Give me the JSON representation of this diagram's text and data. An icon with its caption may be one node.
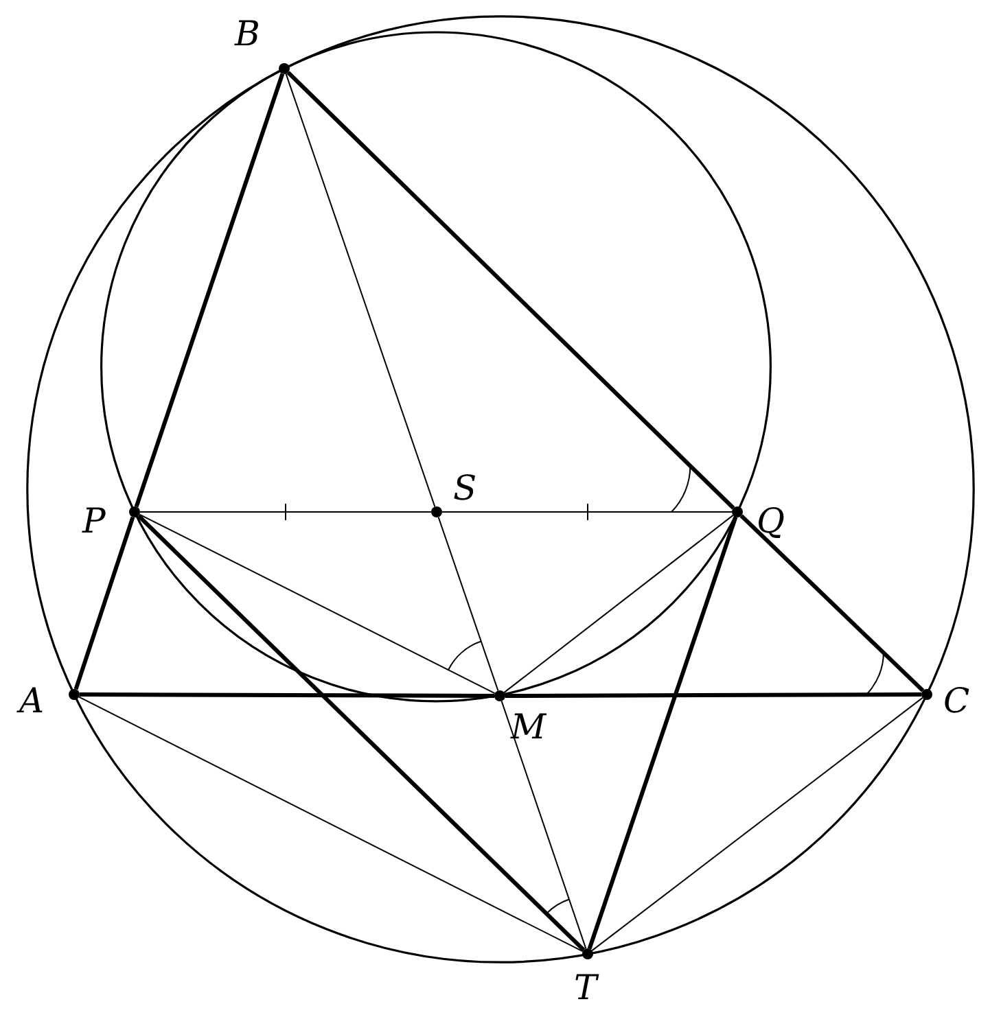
{
  "diagram": {
    "nodes": [
      {
        "text": [
          "B"
        ]
      },
      {
        "text": [
          "P"
        ]
      },
      {
        "text": [
          "S"
        ]
      },
      {
        "text": [
          "Q"
        ]
      },
      {
        "text": [
          "A"
        ]
      },
      {
        "text": [
          "M"
        ]
      },
      {
        "text": [
          "C"
        ]
      },
      {
        "text": [
          "T"
        ]
      }
    ],
    "edges": [
      {
        "from": 0,
        "to": 1,
        "arrow": "none",
        "style": "thick"
      },
      {
        "from": 1,
        "to": 4,
        "arrow": "none",
        "style": "thick"
      },
      {
        "from": 0,
        "to": 3,
        "arrow": "none",
        "style": "thick"
      },
      {
        "from": 3,
        "to": 6,
        "arrow": "none",
        "style": "thick"
      },
      {
        "from": 4,
        "to": 5,
        "arrow": "none",
        "style": "thick"
      },
      {
        "from": 5,
        "to": 6,
        "arrow": "none",
        "style": "thick"
      },
      {
        "from": 1,
        "to": 7,
        "arrow": "none",
        "style": "thick"
      },
      {
        "from": 3,
        "to": 7,
        "arrow": "none",
        "style": "thick"
      },
      {
        "from": 0,
        "to": 2,
        "arrow": "none"
      },
      {
        "from": 2,
        "to": 5,
        "arrow": "none"
      },
      {
        "from": 5,
        "to": 7,
        "arrow": "none"
      },
      {
        "from": 1,
        "to": 2,
        "arrow": "none"
      },
      {
        "from": 2,
        "to": 3,
        "arrow": "none"
      },
      {
        "from": 1,
        "to": 5,
        "arrow": "none"
      },
      {
        "from": 5,
        "to": 3,
        "arrow": "none"
      },
      {
        "from": 4,
        "to": 7,
        "arrow": "none"
      },
      {
        "from": 6,
        "to": 7,
        "arrow": "none"
      }
    ]
  }
}
